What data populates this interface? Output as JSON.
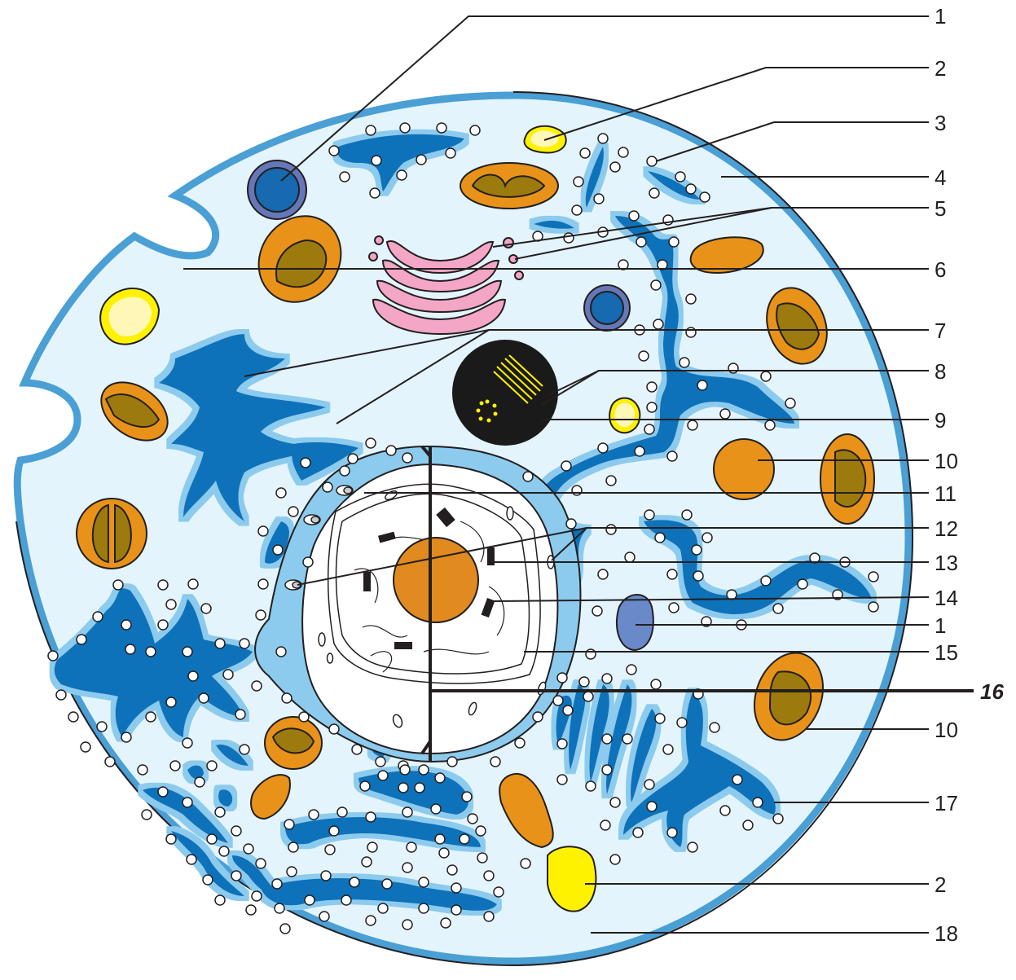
{
  "diagram": {
    "labels": {
      "l1": "1",
      "l2": "2",
      "l3": "3",
      "l4": "4",
      "l5": "5",
      "l6": "6",
      "l7": "7",
      "l8": "8",
      "l9": "9",
      "l10": "10",
      "l11": "11",
      "l12": "12",
      "l13": "13",
      "l14": "14",
      "l1b": "1",
      "l15": "15",
      "l16": "16",
      "l10b": "10",
      "l17": "17",
      "l2b": "2",
      "l18": "18"
    },
    "colors": {
      "cytoplasm": "#e3f4fc",
      "membrane": "#4a9fd4",
      "er_dark": "#0b72b9",
      "er_glow": "#8ccbed",
      "mito_outer": "#e8921a",
      "mito_inner": "#9c7a0d",
      "golgi": "#f4a6c6",
      "vacuole": "#fff200",
      "lysosome": "#1769b0",
      "nucleus_inner": "#ffffff",
      "nucleolus": "#e08a1f",
      "centrosome": "#1a1a1a"
    }
  }
}
